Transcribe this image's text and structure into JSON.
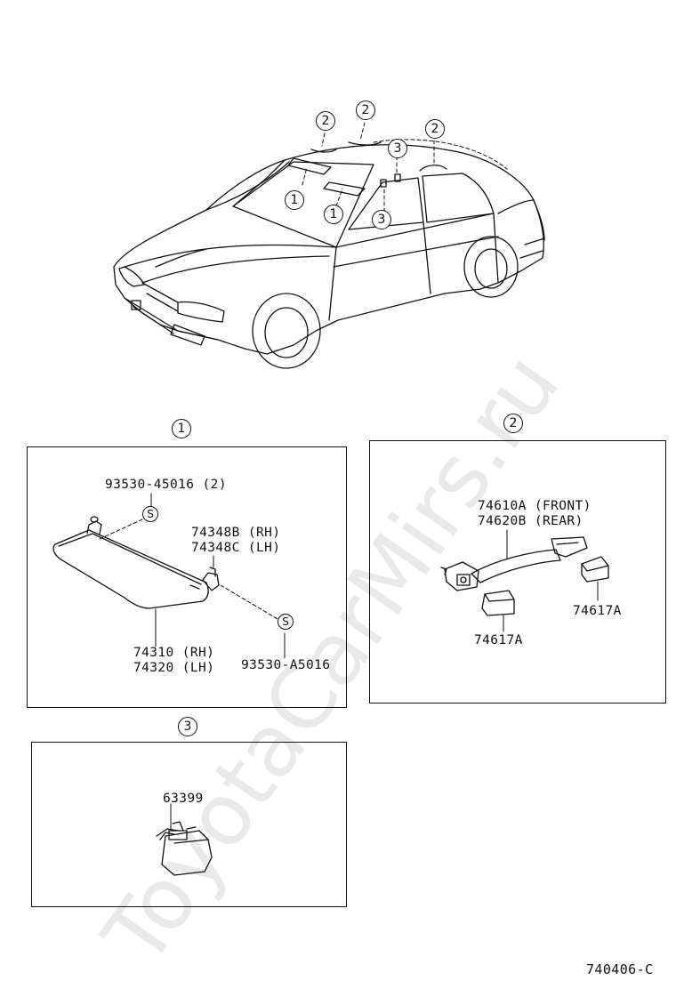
{
  "overview": {
    "callouts": [
      "2",
      "2",
      "3",
      "2",
      "1",
      "1",
      "3"
    ]
  },
  "section1": {
    "number": "1",
    "screw_a": "93530-45016 (2)",
    "clip_rh": "74348B (RH)",
    "clip_lh": "74348C (LH)",
    "visor_rh": "74310 (RH)",
    "visor_lh": "74320 (LH)",
    "screw_b": "93530-A5016",
    "screw_symbol": "S"
  },
  "section2": {
    "number": "2",
    "grip_front": "74610A (FRONT)",
    "grip_rear": "74620B (REAR)",
    "cap_right": "74617A",
    "cap_left": "74617A"
  },
  "section3": {
    "number": "3",
    "part": "63399"
  },
  "figure_code": "740406-C",
  "watermark": "ToyotaCarMirs.ru"
}
